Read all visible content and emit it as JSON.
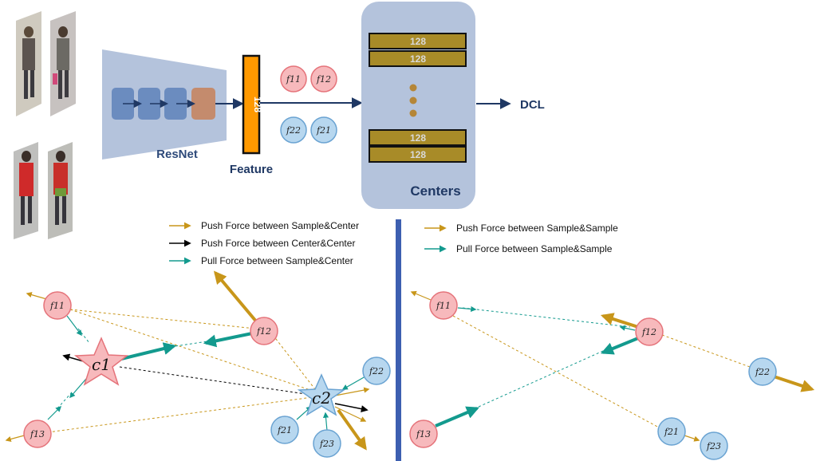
{
  "top": {
    "backbone_label": "ResNet",
    "feature_label": "Feature",
    "feature_dim": "128",
    "centers_label": "Centers",
    "center_bar_label": "128",
    "output_label": "DCL",
    "feature_badges": [
      "f11",
      "f12",
      "f22",
      "f21"
    ]
  },
  "left_panel": {
    "legend": [
      {
        "label": "Push Force between Sample&Center",
        "color": "#c8961a"
      },
      {
        "label": "Push Force between Center&Center",
        "color": "#000000"
      },
      {
        "label": "Pull Force between Sample&Center",
        "color": "#139a8e"
      }
    ],
    "centers": [
      "c1",
      "c2"
    ],
    "samples": [
      "f11",
      "f12",
      "f13",
      "f22",
      "f21",
      "f23"
    ]
  },
  "right_panel": {
    "legend": [
      {
        "label": "Push Force between Sample&Sample",
        "color": "#c8961a"
      },
      {
        "label": "Pull Force between Sample&Sample",
        "color": "#139a8e"
      }
    ],
    "samples": [
      "f11",
      "f12",
      "f22",
      "f13",
      "f21",
      "f23"
    ]
  },
  "colors": {
    "pink_fill": "#f7b9bc",
    "pink_stroke": "#e5737a",
    "blue_fill": "#b7d7ef",
    "blue_stroke": "#6aa3d2",
    "gold": "#c8961a",
    "teal": "#139a8e",
    "navy": "#1f3864",
    "feature_orange": "#ff9900",
    "centers_bg": "#b4c3dc",
    "bar_fill": "#a88b28",
    "divider": "#3d5fb0"
  }
}
